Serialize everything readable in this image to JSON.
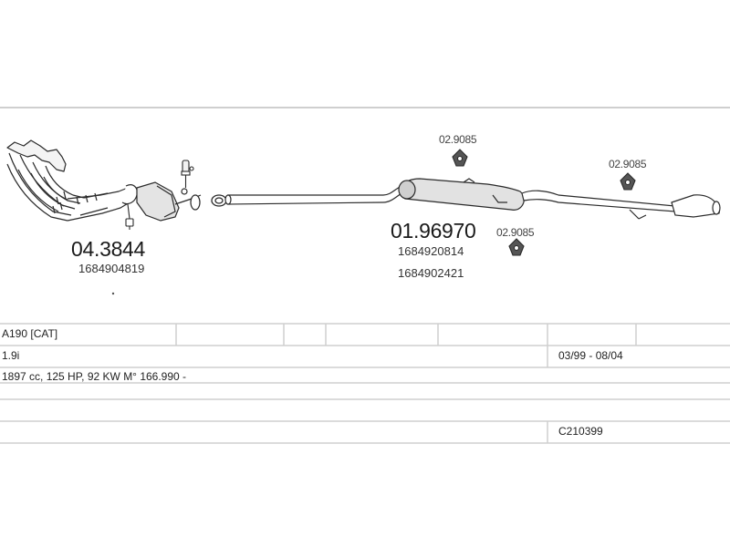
{
  "parts": {
    "manifold": {
      "number": "04.3844",
      "oe": "1684904819"
    },
    "main": {
      "number": "01.96970",
      "oe": [
        "1684920814",
        "1684902421"
      ]
    },
    "clamps": [
      "02.9085",
      "02.9085",
      "02.9085"
    ]
  },
  "info": {
    "model": "A190  [CAT]",
    "engine": "1.9i",
    "period": "03/99 - 08/04",
    "specs": "1897 cc, 125 HP, 92 KW M° 166.990 -",
    "code": "C210399"
  }
}
